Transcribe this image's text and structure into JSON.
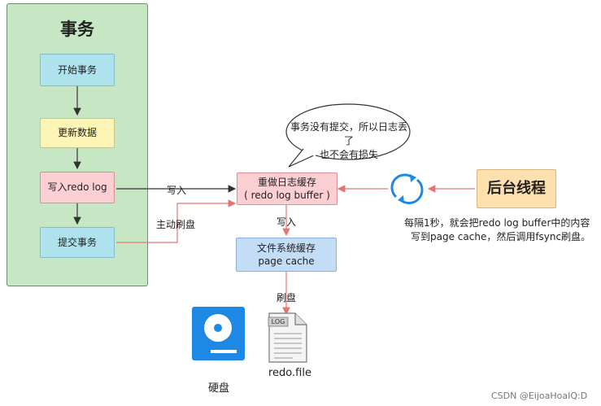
{
  "transaction_panel": {
    "title": "事务",
    "steps": {
      "begin": "开始事务",
      "update": "更新数据",
      "write_log": "写入redo log",
      "commit": "提交事务"
    }
  },
  "redo_log_buffer": {
    "line1": "重做日志缓存",
    "line2": "( redo log buffer )"
  },
  "page_cache": {
    "line1": "文件系统缓存",
    "line2": "page cache"
  },
  "background_thread": "后台线程",
  "edge_labels": {
    "write_in": "写入",
    "active_flush": "主动刷盘",
    "write_to_cache": "写入",
    "flush": "刷盘"
  },
  "bubble": {
    "line1": "事务没有提交，所以日志丢了",
    "line2": "也不会有损失"
  },
  "note": {
    "line1": "每隔1秒，就会把redo log buffer中的内容",
    "line2": "写到page cache，然后调用fsync刷盘。"
  },
  "disk_label": "硬盘",
  "file": {
    "tag": "LOG",
    "label": "redo.file"
  },
  "watermark": "CSDN @EijoaHoaIQ:D",
  "colors": {
    "panel_bg": "#c6e6c4",
    "cyan": "#aee3ee",
    "yellow": "#fdf5b5",
    "pink": "#fbcfd4",
    "blue": "#c3ddf6",
    "orange": "#fde0ae",
    "disk_blue": "#1e88e5",
    "arrow_red": "#e57373"
  }
}
